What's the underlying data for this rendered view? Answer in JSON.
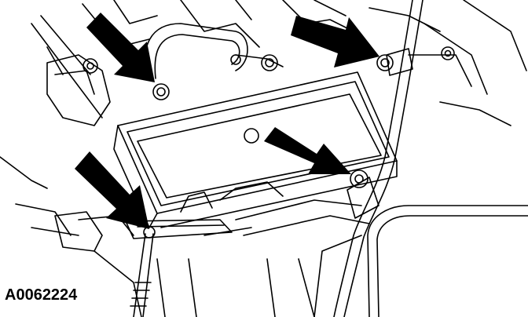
{
  "figure": {
    "id_label": "A0062224"
  },
  "colors": {
    "line": "#000000",
    "background": "#ffffff"
  },
  "callouts": [
    {
      "name": "arrow-upper-left-nut",
      "points_to": "nut"
    },
    {
      "name": "arrow-upper-right-nut",
      "points_to": "nut"
    },
    {
      "name": "arrow-right-nut",
      "points_to": "nut"
    },
    {
      "name": "arrow-lower-left-nut",
      "points_to": "nut"
    }
  ]
}
